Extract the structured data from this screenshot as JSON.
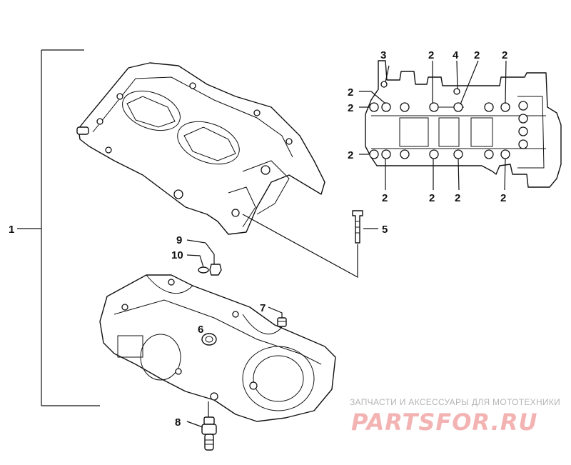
{
  "callouts": {
    "c1": "1",
    "c2": "2",
    "c3": "3",
    "c4": "4",
    "c5": "5",
    "c6": "6",
    "c7": "7",
    "c8": "8",
    "c9": "9",
    "c10": "10"
  },
  "watermark": {
    "caption": "ЗАПЧАСТИ И АКСЕССУАРЫ ДЛЯ МОТОТЕХНИКИ",
    "logo": "PARTSFOR.RU"
  },
  "colors": {
    "line": "#111111",
    "watermark_text": "#b5b5b5",
    "watermark_logo": "#f3b3b3"
  }
}
